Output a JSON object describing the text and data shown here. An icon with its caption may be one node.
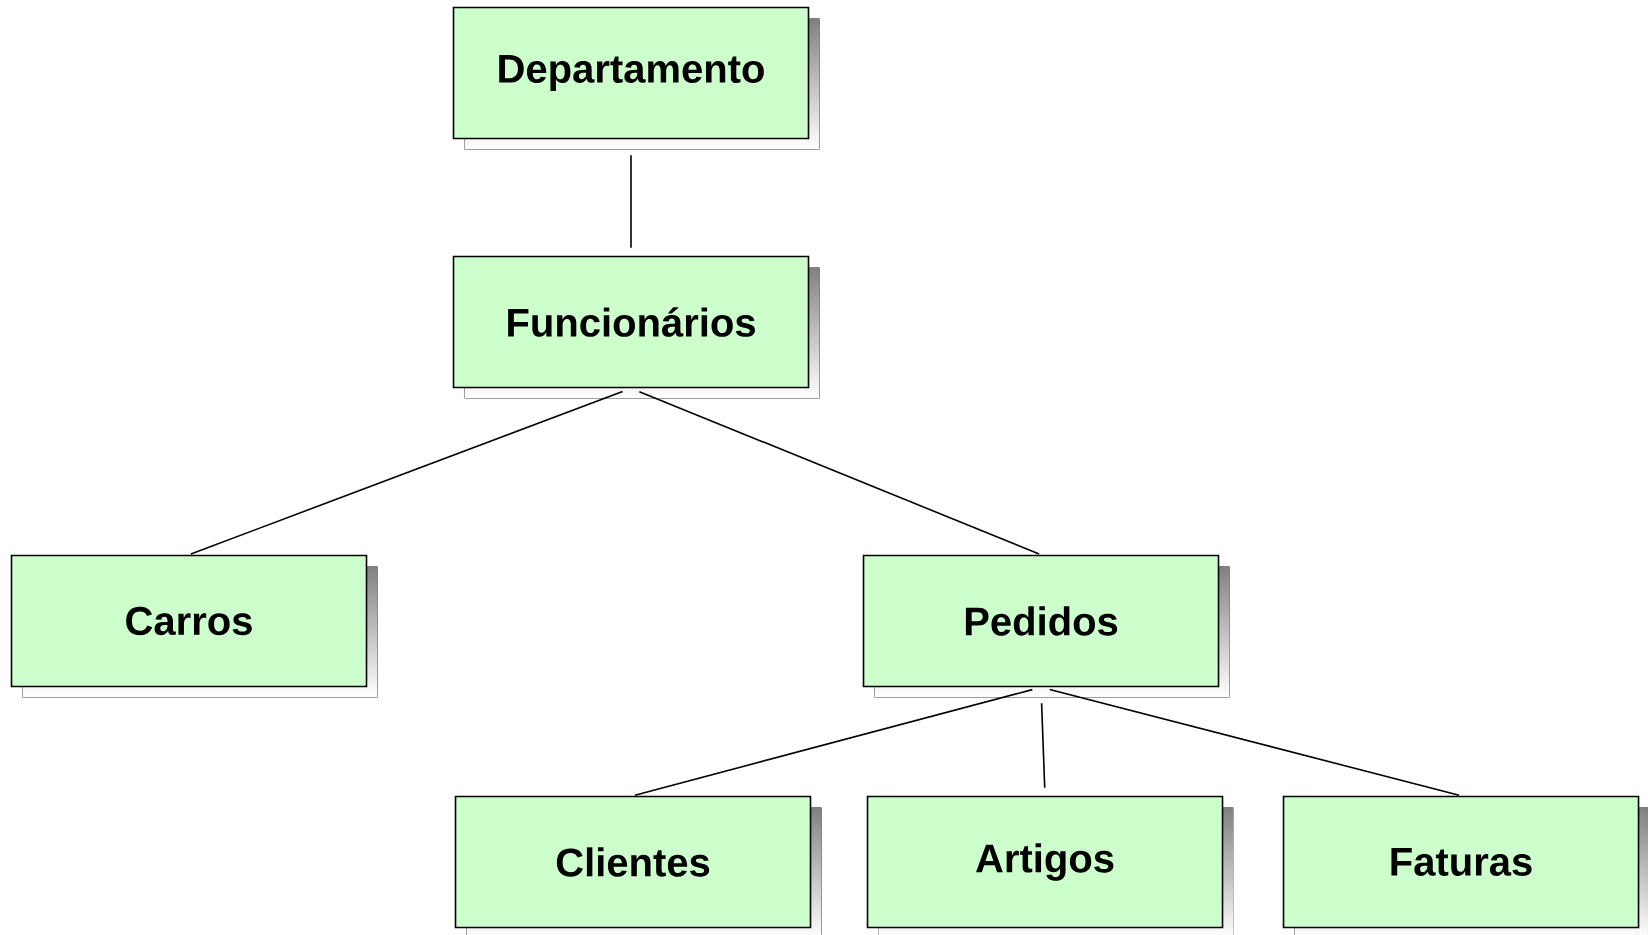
{
  "diagram": {
    "nodes": [
      {
        "text": [
          "Departamento"
        ]
      },
      {
        "text": [
          "Funcionários"
        ]
      },
      {
        "text": [
          "Carros"
        ]
      },
      {
        "text": [
          "Pedidos"
        ]
      },
      {
        "text": [
          "Clientes"
        ]
      },
      {
        "text": [
          "Artigos"
        ]
      },
      {
        "text": [
          "Faturas"
        ]
      }
    ],
    "edges": [
      {
        "from": 0,
        "to": 1,
        "arrow": "none"
      },
      {
        "from": 1,
        "to": 2,
        "arrow": "none"
      },
      {
        "from": 1,
        "to": 3,
        "arrow": "none"
      },
      {
        "from": 3,
        "to": 4,
        "arrow": "none"
      },
      {
        "from": 3,
        "to": 5,
        "arrow": "none"
      },
      {
        "from": 3,
        "to": 6,
        "arrow": "none"
      }
    ]
  }
}
